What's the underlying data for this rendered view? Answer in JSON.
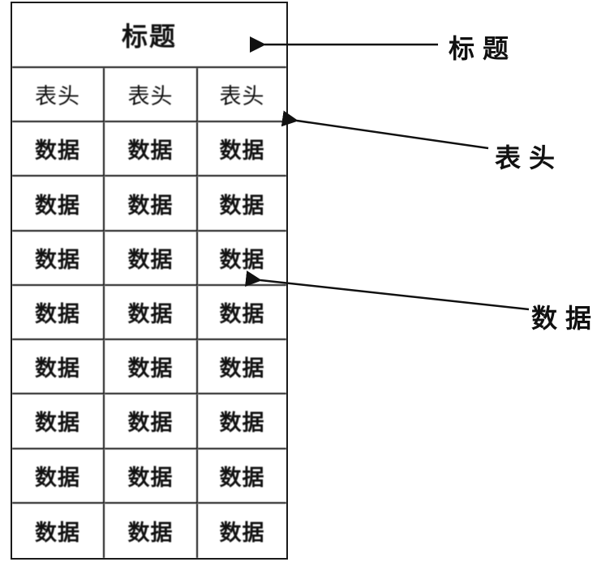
{
  "table": {
    "title": "标题",
    "header_cells": [
      "表头",
      "表头",
      "表头"
    ],
    "data_rows": [
      [
        "数据",
        "数据",
        "数据"
      ],
      [
        "数据",
        "数据",
        "数据"
      ],
      [
        "数据",
        "数据",
        "数据"
      ],
      [
        "数据",
        "数据",
        "数据"
      ],
      [
        "数据",
        "数据",
        "数据"
      ],
      [
        "数据",
        "数据",
        "数据"
      ],
      [
        "数据",
        "数据",
        "数据"
      ],
      [
        "数据",
        "数据",
        "数据"
      ]
    ]
  },
  "callouts": [
    {
      "label": "标题"
    },
    {
      "label": "表头"
    },
    {
      "label": "数据"
    }
  ],
  "colors": {
    "line": "#1a1a1a",
    "background": "#ffffff"
  }
}
